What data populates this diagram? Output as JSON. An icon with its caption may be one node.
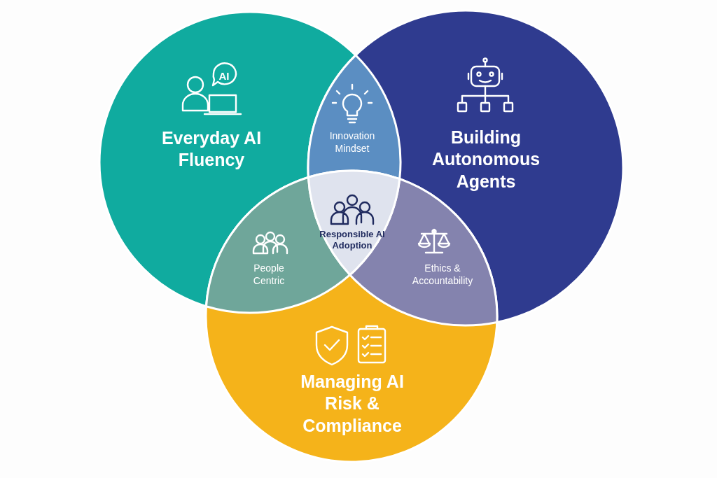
{
  "diagram": {
    "nodes": [
      {
        "text": [
          "Everyday AI Fluency"
        ]
      },
      {
        "text": [
          "Innovation Mindset"
        ]
      },
      {
        "text": [
          "Building Autonomous Agents"
        ]
      },
      {
        "text": [
          "People Centric"
        ]
      },
      {
        "text": [
          "Responsible AI Adoption"
        ]
      },
      {
        "text": [
          "Ethics & Accountability"
        ]
      },
      {
        "text": [
          "Managing AI Risk & Compliance"
        ]
      }
    ],
    "edges": [],
    "labels": [
      "AI"
    ]
  }
}
